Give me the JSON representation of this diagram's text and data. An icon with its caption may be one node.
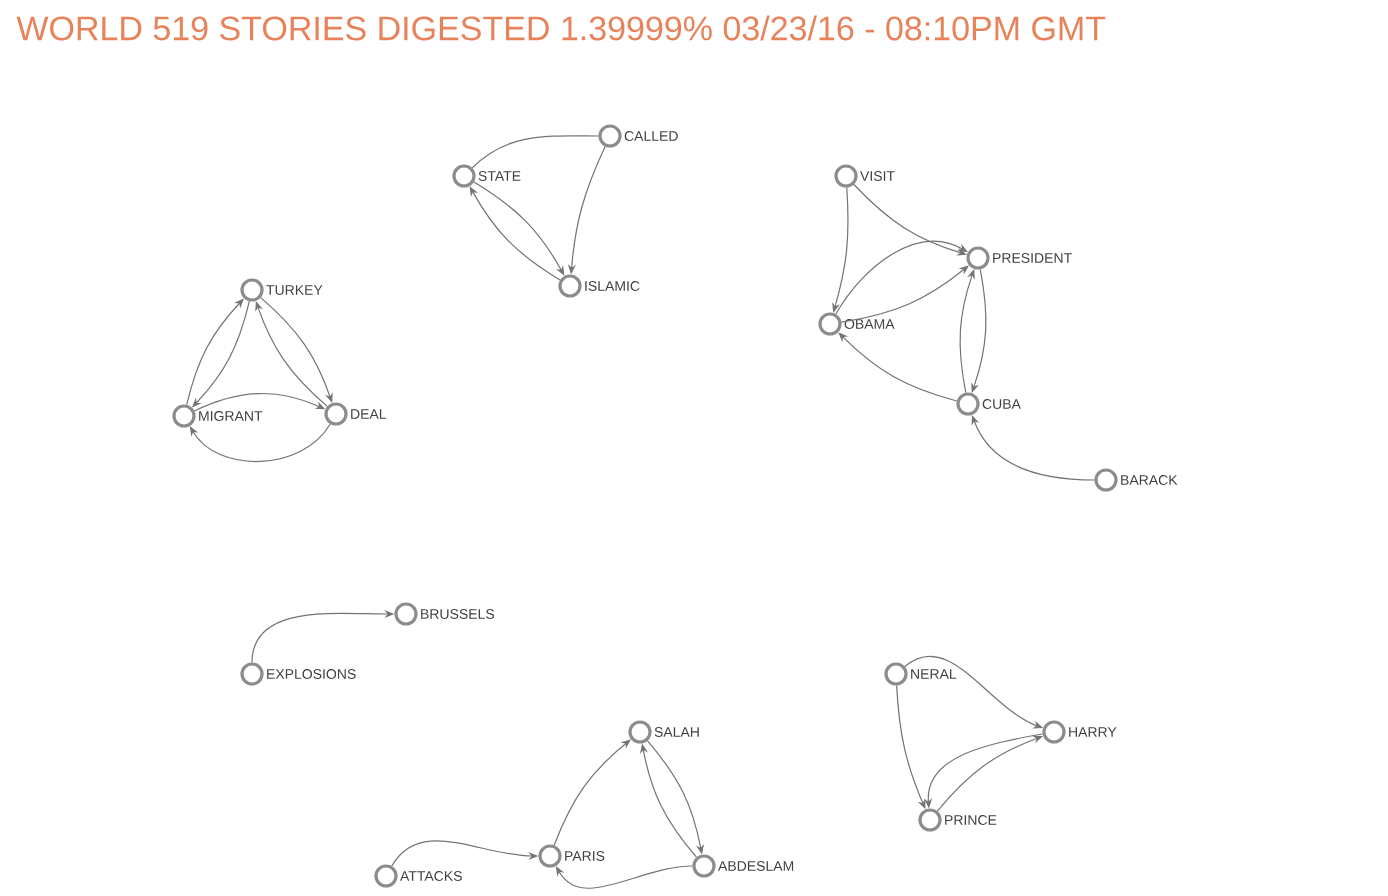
{
  "diagram": {
    "title": "WORLD 519 STORIES DIGESTED 1.39999% 03/23/16 - 08:10PM GMT",
    "nodes": [
      {
        "text": [
          "CALLED"
        ]
      },
      {
        "text": [
          "STATE"
        ]
      },
      {
        "text": [
          "ISLAMIC"
        ]
      },
      {
        "text": [
          "VISIT"
        ]
      },
      {
        "text": [
          "PRESIDENT"
        ]
      },
      {
        "text": [
          "OBAMA"
        ]
      },
      {
        "text": [
          "CUBA"
        ]
      },
      {
        "text": [
          "BARACK"
        ]
      },
      {
        "text": [
          "TURKEY"
        ]
      },
      {
        "text": [
          "MIGRANT"
        ]
      },
      {
        "text": [
          "DEAL"
        ]
      },
      {
        "text": [
          "BRUSSELS"
        ]
      },
      {
        "text": [
          "EXPLOSIONS"
        ]
      },
      {
        "text": [
          "SALAH"
        ]
      },
      {
        "text": [
          "PARIS"
        ]
      },
      {
        "text": [
          "ABDESLAM"
        ]
      },
      {
        "text": [
          "ATTACKS"
        ]
      },
      {
        "text": [
          "NERAL"
        ]
      },
      {
        "text": [
          "HARRY"
        ]
      },
      {
        "text": [
          "PRINCE"
        ]
      }
    ],
    "edges": [
      {
        "from": 0,
        "to": 1,
        "arrow": "none"
      },
      {
        "from": 1,
        "to": 2,
        "arrow": "to"
      },
      {
        "from": 2,
        "to": 1,
        "arrow": "to"
      },
      {
        "from": 0,
        "to": 2,
        "arrow": "to"
      },
      {
        "from": 3,
        "to": 4,
        "arrow": "to"
      },
      {
        "from": 3,
        "to": 5,
        "arrow": "to"
      },
      {
        "from": 5,
        "to": 4,
        "arrow": "to"
      },
      {
        "from": 5,
        "to": 4,
        "arrow": "to"
      },
      {
        "from": 4,
        "to": 6,
        "arrow": "to"
      },
      {
        "from": 6,
        "to": 4,
        "arrow": "to"
      },
      {
        "from": 6,
        "to": 5,
        "arrow": "to"
      },
      {
        "from": 7,
        "to": 6,
        "arrow": "to"
      },
      {
        "from": 9,
        "to": 8,
        "arrow": "to"
      },
      {
        "from": 8,
        "to": 9,
        "arrow": "to"
      },
      {
        "from": 10,
        "to": 8,
        "arrow": "to"
      },
      {
        "from": 8,
        "to": 10,
        "arrow": "to"
      },
      {
        "from": 9,
        "to": 10,
        "arrow": "to"
      },
      {
        "from": 10,
        "to": 9,
        "arrow": "to"
      },
      {
        "from": 12,
        "to": 11,
        "arrow": "to"
      },
      {
        "from": 16,
        "to": 14,
        "arrow": "to"
      },
      {
        "from": 14,
        "to": 13,
        "arrow": "to"
      },
      {
        "from": 13,
        "to": 15,
        "arrow": "to"
      },
      {
        "from": 15,
        "to": 13,
        "arrow": "to"
      },
      {
        "from": 15,
        "to": 14,
        "arrow": "to"
      },
      {
        "from": 17,
        "to": 18,
        "arrow": "to"
      },
      {
        "from": 17,
        "to": 19,
        "arrow": "to"
      },
      {
        "from": 19,
        "to": 18,
        "arrow": "to"
      },
      {
        "from": 18,
        "to": 19,
        "arrow": "to"
      }
    ]
  }
}
